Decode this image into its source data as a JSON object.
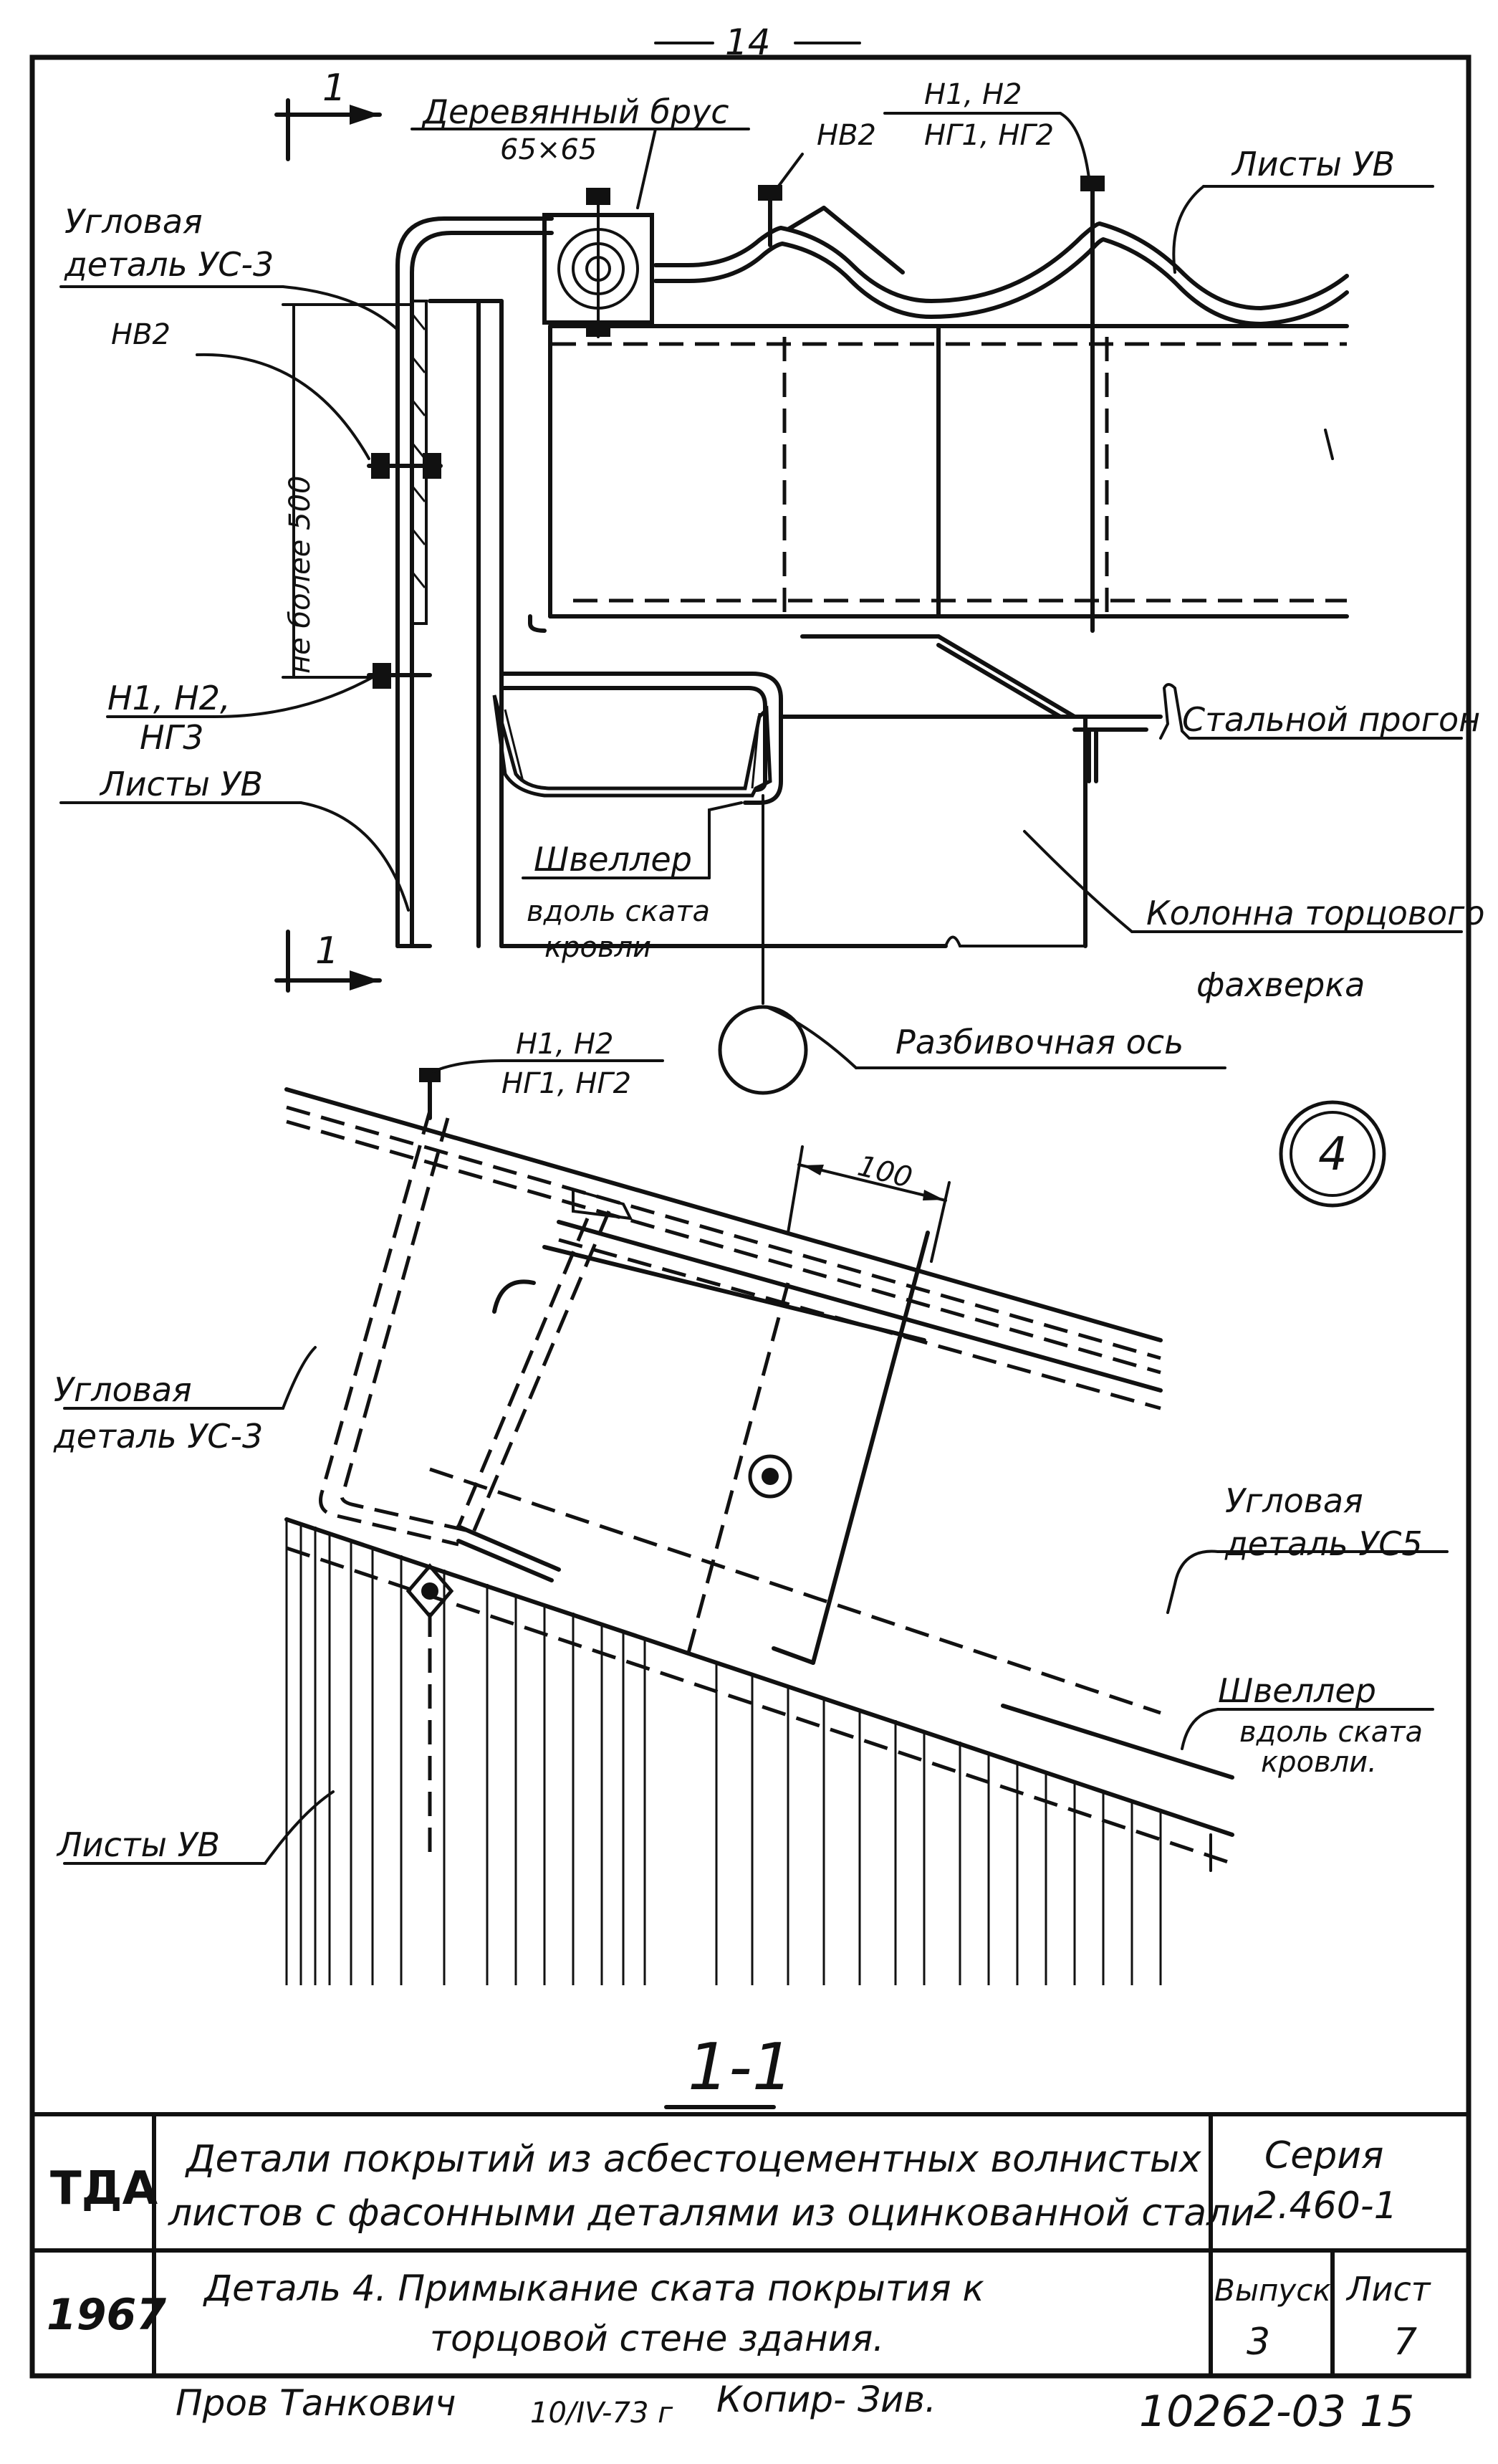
{
  "page": {
    "number": "14",
    "bottom_right_code": "10262-03 15"
  },
  "detail_top": {
    "section_mark": "1",
    "labels": {
      "timber_beam": "Деревянный брус",
      "timber_beam_size": "65×65",
      "fasteners_top_1a": "Н1, Н2",
      "fasteners_top_1b": "НГ1, НГ2",
      "fastener_top_nv2": "НВ2",
      "corner_part_a": "Угловая",
      "corner_part_b": "деталь УС-3",
      "fastener_left_nv2": "НВ2",
      "dimension_vertical": "не более 500",
      "fasteners_left_a": "Н1, Н2,",
      "fasteners_left_b": "НГ3",
      "sheets_left": "Листы УВ",
      "sheets_top_right": "Листы УВ",
      "channel_a": "Швеллер",
      "channel_b": "вдоль ската",
      "channel_c": "кровли",
      "steel_purlin": "Стальной прогон",
      "column_a": "Колонна торцового",
      "column_b": "фахверка",
      "axis_line": "Разбивочная ось"
    }
  },
  "detail_bottom": {
    "detail_number": "4",
    "section_title": "1-1",
    "labels": {
      "fasteners_a": "Н1, Н2",
      "fasteners_b": "НГ1, НГ2",
      "dimension": "100",
      "corner_us3_a": "Угловая",
      "corner_us3_b": "деталь УС-3",
      "corner_us5_a": "Угловая",
      "corner_us5_b": "деталь УС5",
      "channel_a": "Швеллер",
      "channel_b": "вдоль ската",
      "channel_c": "кровли.",
      "sheets": "Листы УВ"
    }
  },
  "title_block": {
    "org": "ТДА",
    "year": "1967",
    "title_line1": "Детали покрытий из асбестоцементных волнистых",
    "title_line2": "листов с фасонными деталями из оцинкованной стали",
    "detail_line1": "Деталь 4. Примыкание ската покрытия к",
    "detail_line2": "торцовой стене здания.",
    "series_label": "Серия",
    "series_value": "2.460-1",
    "issue_label": "Выпуск",
    "issue_value": "3",
    "sheet_label": "Лист",
    "sheet_value": "7"
  },
  "footer": {
    "checked_note": "Пров Танкович",
    "date_note": "10/IV-73 г",
    "copy_note": "Копир- Зив."
  }
}
